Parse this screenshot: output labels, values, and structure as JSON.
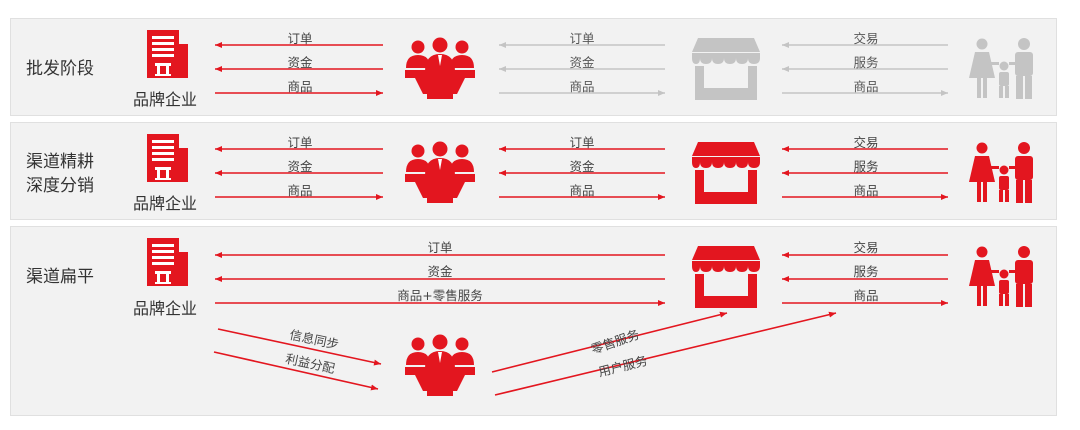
{
  "colors": {
    "red": "#e3161f",
    "grey": "#c4c4c4"
  },
  "rows": [
    {
      "stage": "批发阶段",
      "brand_label": "品牌企业",
      "brand_to_distributor": [
        "订单",
        "资金",
        "商品"
      ],
      "distributor_to_store": [
        "订单",
        "资金",
        "商品"
      ],
      "store_to_consumer": [
        "交易",
        "服务",
        "商品"
      ],
      "active": false
    },
    {
      "stage": "渠道精耕\n深度分销",
      "brand_label": "品牌企业",
      "brand_to_distributor": [
        "订单",
        "资金",
        "商品"
      ],
      "distributor_to_store": [
        "订单",
        "资金",
        "商品"
      ],
      "store_to_consumer": [
        "交易",
        "服务",
        "商品"
      ],
      "active": true
    },
    {
      "stage": "渠道扁平",
      "brand_label": "品牌企业",
      "brand_to_store": [
        "订单",
        "资金",
        "商品+零售服务"
      ],
      "store_to_consumer": [
        "交易",
        "服务",
        "商品"
      ],
      "brand_to_distributor": [
        "信息同步",
        "利益分配"
      ],
      "distributor_out": [
        "零售服务",
        "用户服务"
      ],
      "active": true
    }
  ],
  "icons": {
    "brand": "building-icon",
    "distributor": "distributor-group-icon",
    "store": "storefront-icon",
    "consumer": "family-icon"
  }
}
